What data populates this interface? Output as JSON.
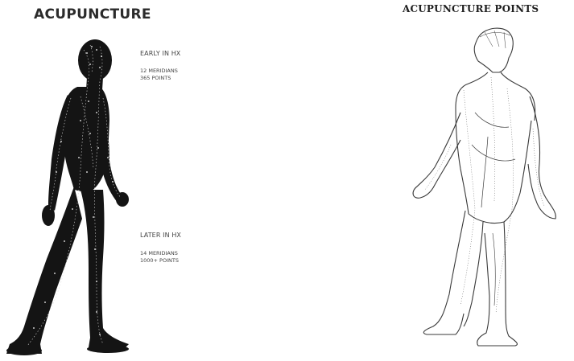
{
  "left_panel": {
    "title": "ACUPUNCTURE",
    "early": {
      "heading": "EARLY IN HX",
      "line1": "12 MERIDIANS",
      "line2": "365 POINTS"
    },
    "later": {
      "heading": "LATER IN HX",
      "line1": "14 MERIDIANS",
      "line2": "1000+ POINTS"
    }
  },
  "right_panel": {
    "title": "ACUPUNCTURE POINTS"
  }
}
